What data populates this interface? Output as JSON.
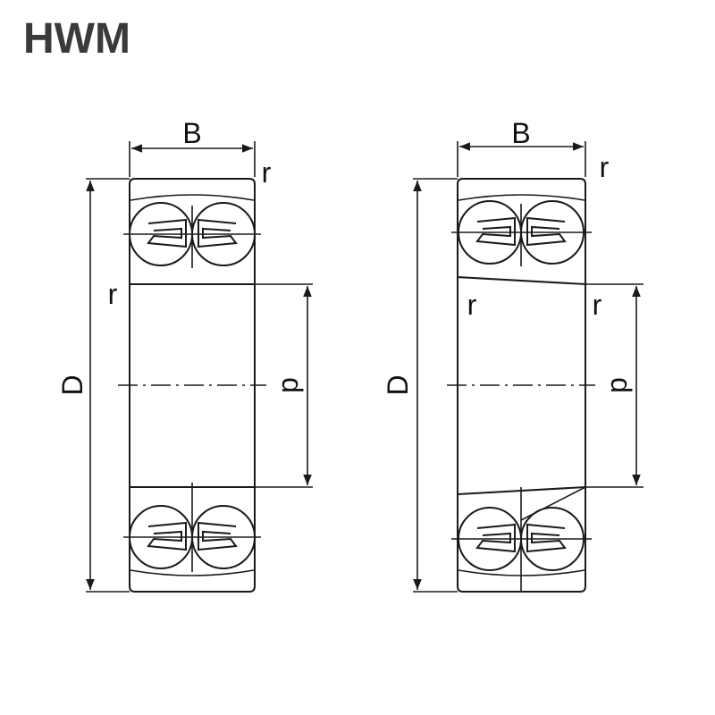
{
  "brand": {
    "name": "HWM",
    "color": "#3a3a3a"
  },
  "diagram": {
    "labels": {
      "width": "B",
      "outer_diameter": "D",
      "inner_diameter": "d",
      "radius": "r"
    },
    "line_color": "#1a1a1a"
  }
}
